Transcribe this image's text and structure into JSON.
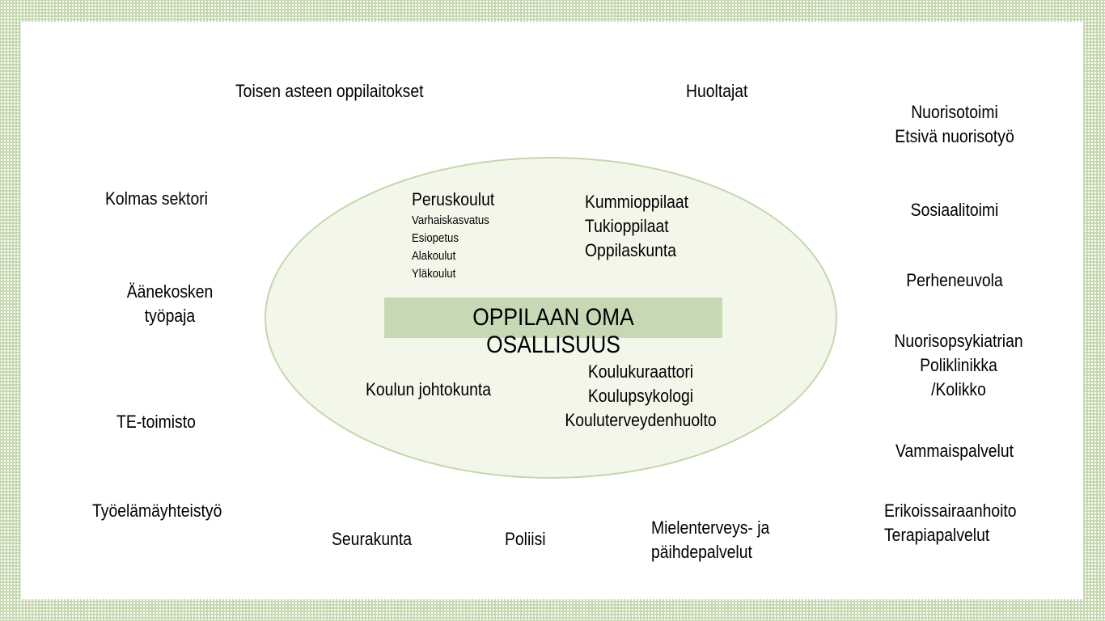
{
  "center_label": "OPPILAAN OMA OSALLISUUS",
  "inner": {
    "peruskoulut": {
      "title": "Peruskoulut",
      "items": [
        "Varhaiskasvatus",
        "Esiopetus",
        "Alakoulut",
        "Yläkoulut"
      ]
    },
    "students": [
      "Kummioppilaat",
      "Tukioppilaat",
      "Oppilaskunta"
    ],
    "johtokunta": "Koulun johtokunta",
    "care": [
      "Koulukuraattori",
      "Koulupsykologi",
      "Kouluterveydenhuolto"
    ]
  },
  "outer": {
    "toisen_asteen": "Toisen asteen oppilaitokset",
    "huoltajat": "Huoltajat",
    "nuorisotoimi": [
      "Nuorisotoimi",
      "Etsivä nuorisotyö"
    ],
    "kolmas_sektori": "Kolmas sektori",
    "sosiaalitoimi": "Sosiaalitoimi",
    "tyopaja": [
      "Äänekosken",
      "työpaja"
    ],
    "perheneuvola": "Perheneuvola",
    "nuorisopsykiatria": [
      "Nuorisopsykiatrian",
      "Poliklinikka",
      "/Kolikko"
    ],
    "te_toimisto": "TE-toimisto",
    "vammaispalvelut": "Vammaispalvelut",
    "tyoelama": "Työelämäyhteistyö",
    "seurakunta": "Seurakunta",
    "poliisi": "Poliisi",
    "mielenterveys": [
      "Mielenterveys- ja",
      "päihdepalvelut"
    ],
    "erikois": [
      "Erikoissairaanhoito",
      "Terapiapalvelut"
    ]
  }
}
